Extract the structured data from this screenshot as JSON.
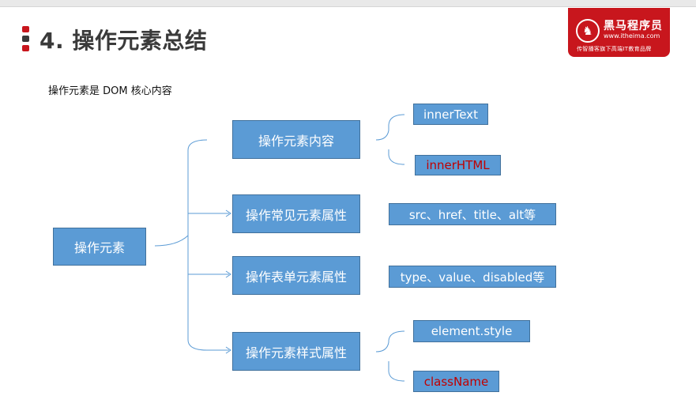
{
  "title": "4. 操作元素总结",
  "logo": {
    "brand": "黑马程序员",
    "url": "www.itheima.com",
    "slogan": "传智播客旗下高端IT教育品牌",
    "icon": "horse-logo-icon",
    "color": "#c8161d"
  },
  "intro": "操作元素是 DOM 核心内容",
  "root": "操作元素",
  "branches": [
    {
      "label": "操作元素内容",
      "children": [
        {
          "label": "innerText",
          "highlight": false
        },
        {
          "label": "innerHTML",
          "highlight": true
        }
      ]
    },
    {
      "label": "操作常见元素属性",
      "children": [
        {
          "label": "src、href、title、alt等",
          "highlight": false
        }
      ]
    },
    {
      "label": "操作表单元素属性",
      "children": [
        {
          "label": "type、value、disabled等",
          "highlight": false
        }
      ]
    },
    {
      "label": "操作元素样式属性",
      "children": [
        {
          "label": "element.style",
          "highlight": false
        },
        {
          "label": "className",
          "highlight": true
        }
      ]
    }
  ],
  "colors": {
    "box": "#5b9bd5",
    "line": "#5b9bd5",
    "highlight_text": "#c00000",
    "accent": "#c8161d"
  }
}
